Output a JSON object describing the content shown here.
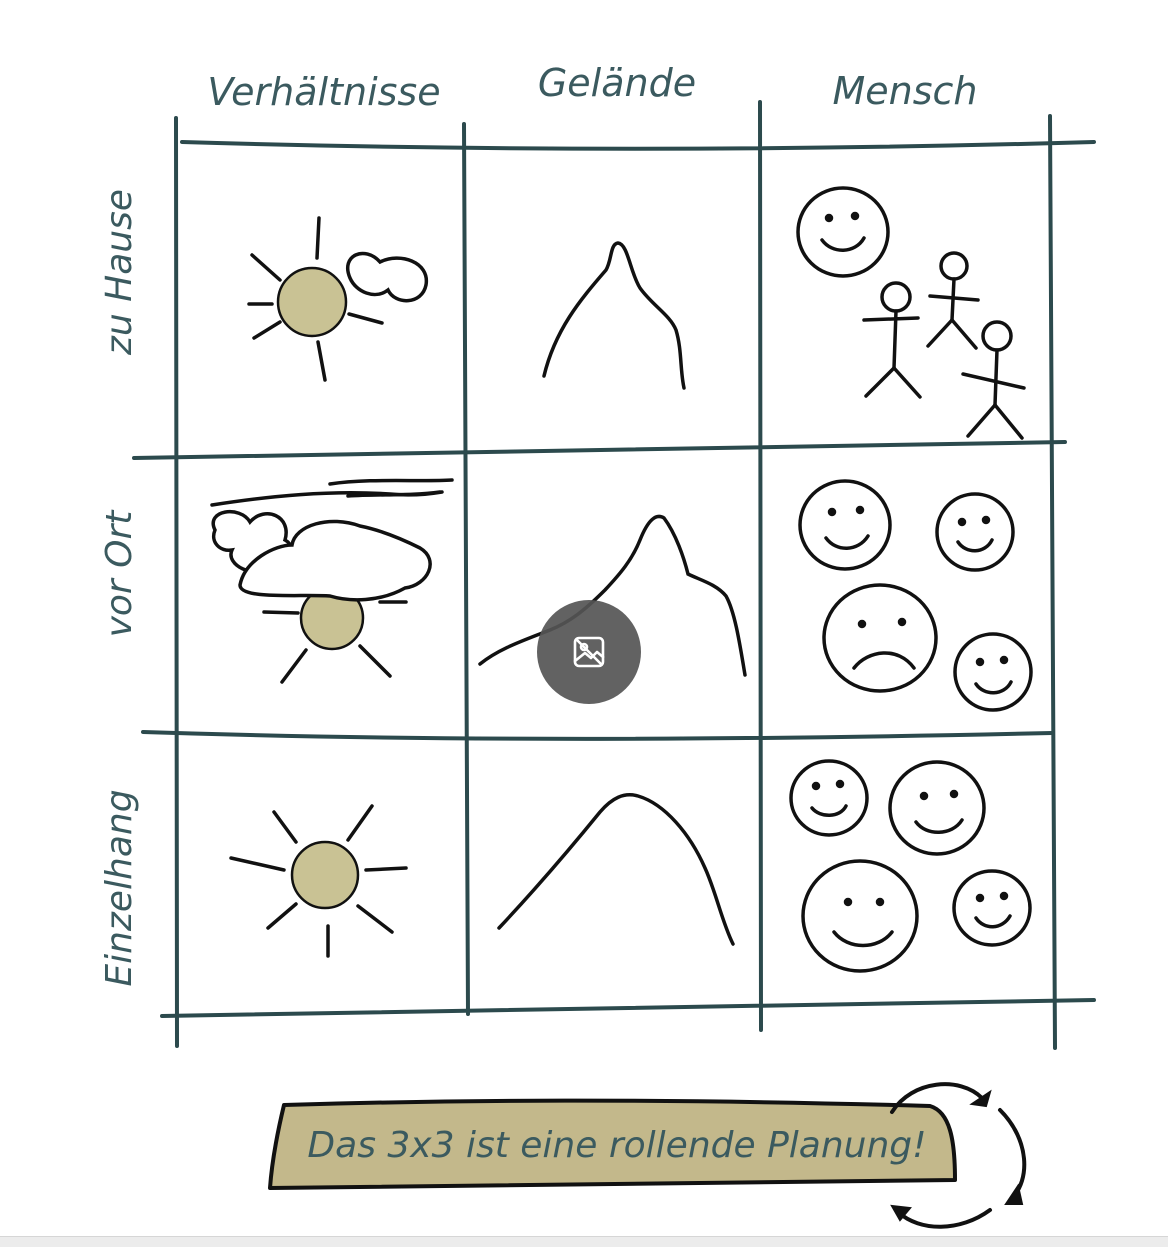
{
  "columns": [
    "Verhältnisse",
    "Gelände",
    "Mensch"
  ],
  "rows": [
    "zu Hause",
    "vor Ort",
    "Einzelhang"
  ],
  "banner": {
    "text": "Das 3x3 ist eine rollende Planung!"
  },
  "colors": {
    "grid": "#2c4a4d",
    "header_text": "#3b5a5f",
    "sun": "#c9c294",
    "banner_fill": "#c3b88b",
    "ink": "#111111",
    "overlay_button": "#555555"
  },
  "icons": {
    "overlay": "image-icon",
    "loop": "circular-arrows-icon"
  }
}
